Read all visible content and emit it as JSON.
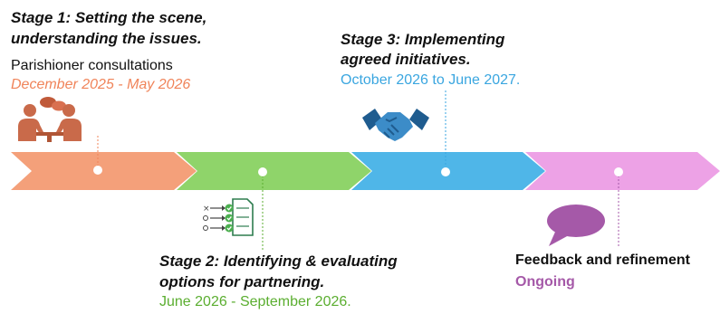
{
  "stages": [
    {
      "title_line1": "Stage 1: Setting the scene,",
      "title_line2": "understanding the issues.",
      "subtitle": "Parishioner consultations",
      "dates": "December 2025 - May 2026",
      "color": "#F4A07A",
      "date_color": "#F0845A",
      "icon": "meeting-people-icon"
    },
    {
      "title_line1": "Stage 2: Identifying & evaluating",
      "title_line2": "options for partnering.",
      "dates": "June 2026 - September 2026.",
      "color": "#8FD46A",
      "date_color": "#5BAE30",
      "icon": "checklist-icon"
    },
    {
      "title_line1": "Stage 3: Implementing",
      "title_line2": "agreed initiatives.",
      "dates": "October 2026 to June 2027.",
      "color": "#4FB6E8",
      "date_color": "#3AA6E0",
      "icon": "handshake-icon"
    },
    {
      "title": "Feedback and refinement",
      "status": "Ongoing",
      "color": "#EDA2E6",
      "date_color": "#A559A8",
      "icon": "speech-bubble-icon"
    }
  ]
}
